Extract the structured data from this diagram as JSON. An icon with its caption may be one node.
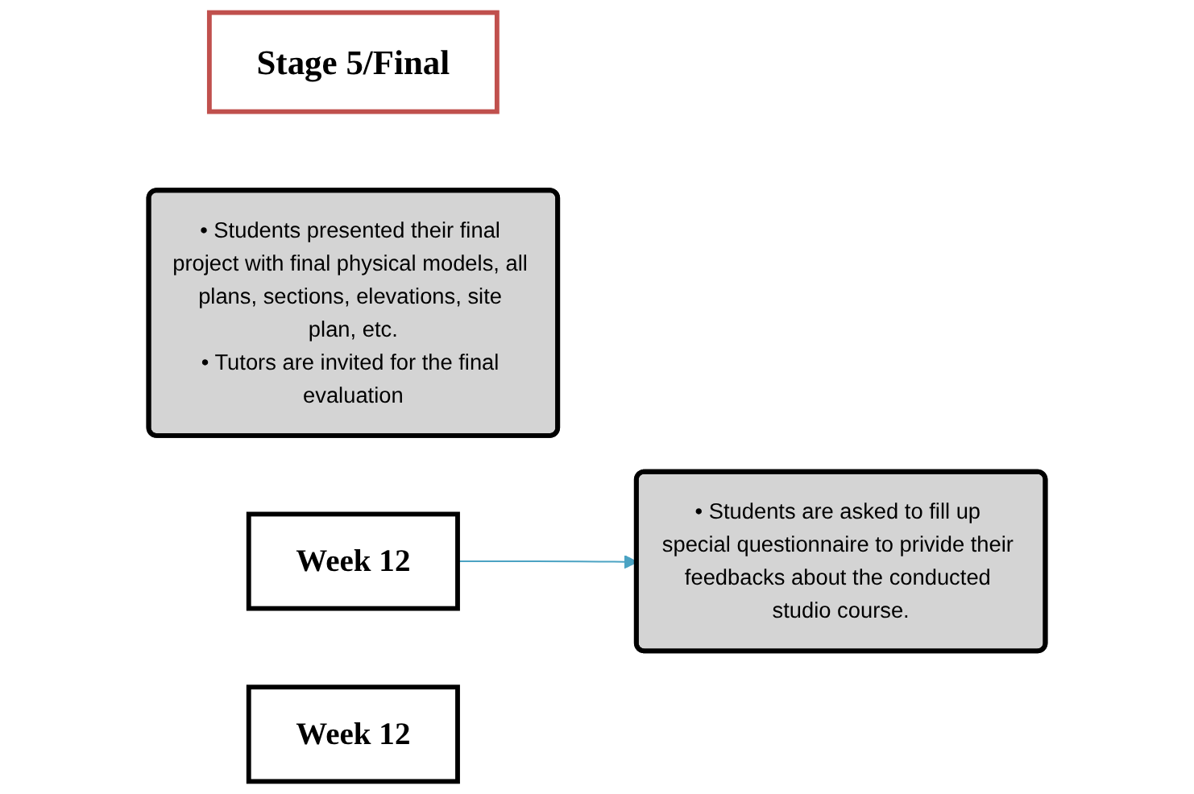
{
  "diagram": {
    "nodes": [
      {
        "text": [
          "Stage 5/Final"
        ]
      },
      {
        "text": [
          "• Students presented their final project with final physical models, all plans, sections, elevations, site plan, etc.",
          "• Tutors are invited for the final evaluation"
        ]
      },
      {
        "text": [
          "Week 12"
        ]
      },
      {
        "text": [
          "• Students are asked to fill up special questionnaire to privide their feedbacks about the conducted studio course."
        ]
      },
      {
        "text": [
          "Week 12"
        ]
      }
    ],
    "edges": [
      {
        "from": 2,
        "to": 3,
        "arrow": "to",
        "color": "#4ba3c3"
      }
    ]
  }
}
